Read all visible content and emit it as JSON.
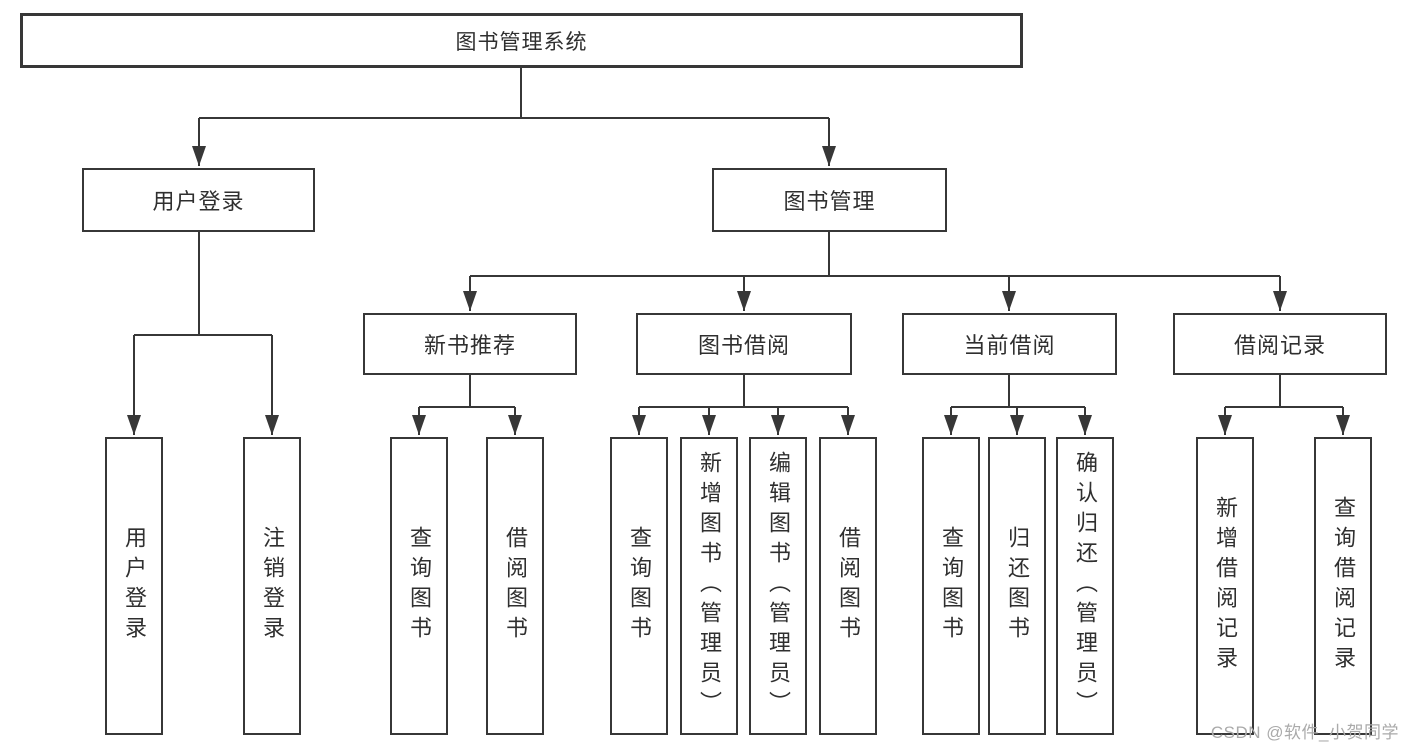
{
  "tree": {
    "root": {
      "label": "图书管理系统"
    },
    "level1": [
      {
        "label": "用户登录"
      },
      {
        "label": "图书管理"
      }
    ],
    "level2": [
      {
        "label": "新书推荐"
      },
      {
        "label": "图书借阅"
      },
      {
        "label": "当前借阅"
      },
      {
        "label": "借阅记录"
      }
    ],
    "leaves": {
      "user_login": [
        "用户登录",
        "注销登录"
      ],
      "new_book_recommendation": [
        "查询图书",
        "借阅图书"
      ],
      "book_borrowing": [
        "查询图书",
        "新增图书（管理员）",
        "编辑图书（管理员）",
        "借阅图书"
      ],
      "current_borrowing": [
        "查询图书",
        "归还图书",
        "确认归还（管理员）"
      ],
      "borrowing_records": [
        "新增借阅记录",
        "查询借阅记录"
      ]
    }
  },
  "watermark": "CSDN @软件_小贺同学",
  "colors": {
    "line": "#373737",
    "text": "#2f2f2f",
    "box_background": "#ffffff",
    "background": "#ffffff",
    "watermark": "#aaaaaa"
  }
}
